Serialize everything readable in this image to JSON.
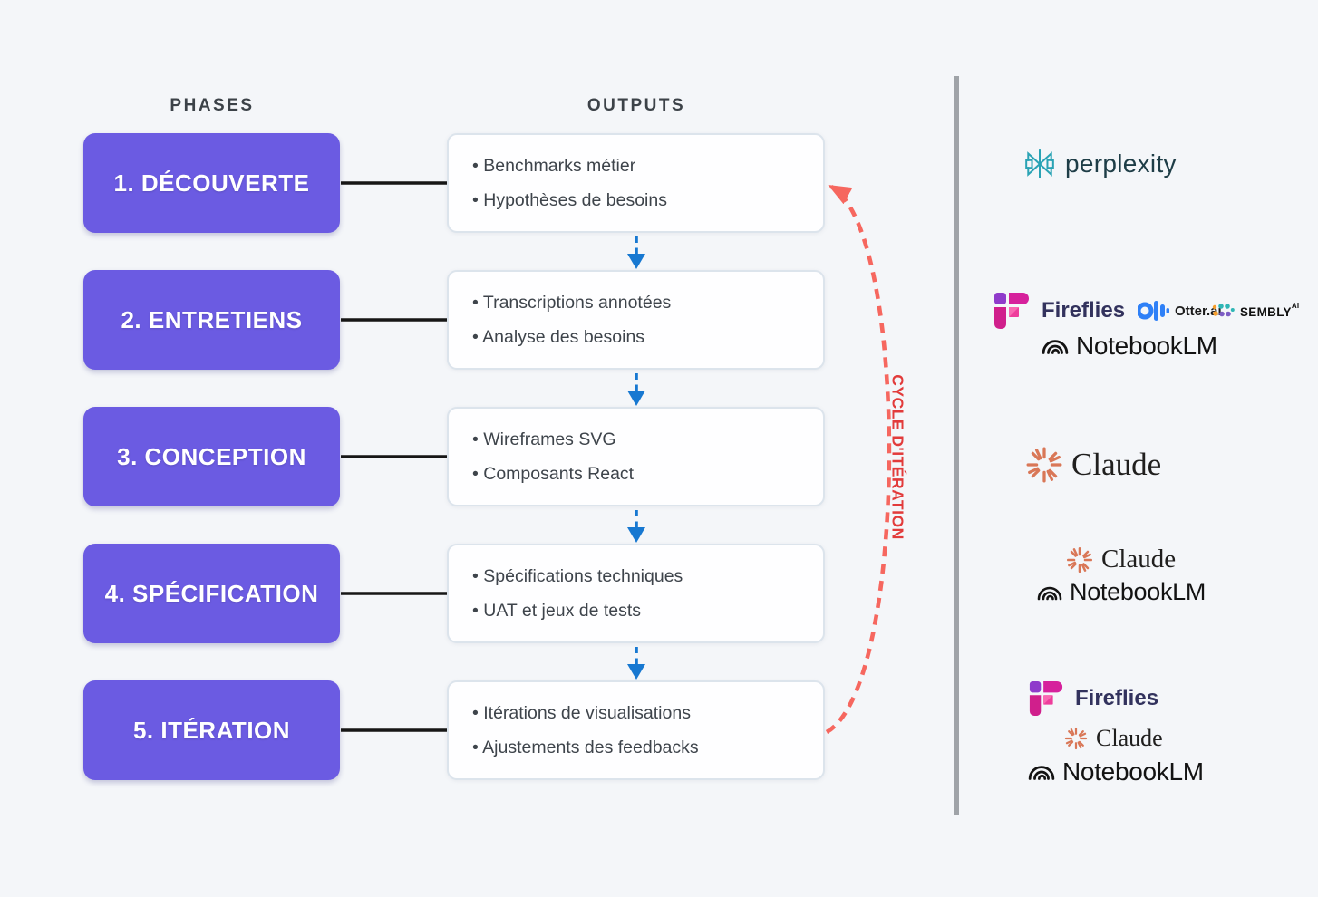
{
  "headers": {
    "phases": "PHASES",
    "outputs": "OUTPUTS"
  },
  "rows": [
    {
      "phase": "1. DÉCOUVERTE",
      "outputs": [
        "Benchmarks métier",
        "Hypothèses de besoins"
      ]
    },
    {
      "phase": "2. ENTRETIENS",
      "outputs": [
        "Transcriptions annotées",
        "Analyse des besoins"
      ]
    },
    {
      "phase": "3. CONCEPTION",
      "outputs": [
        "Wireframes SVG",
        "Composants React"
      ]
    },
    {
      "phase": "4. SPÉCIFICATION",
      "outputs": [
        "Spécifications techniques",
        "UAT et jeux de tests"
      ]
    },
    {
      "phase": "5. ITÉRATION",
      "outputs": [
        "Itérations de visualisations",
        "Ajustements des feedbacks"
      ]
    }
  ],
  "cycle_label": "CYCLE D'ITÉRATION",
  "tools": {
    "perplexity": "perplexity",
    "fireflies": "Fireflies",
    "otter": "Otter.ai",
    "sembly": "SEMBLY",
    "sembly_sup": "AI",
    "notebooklm": "NotebookLM",
    "claude": "Claude"
  },
  "colors": {
    "phase_box": "#6B5BE2",
    "arrow_blue": "#1778D1",
    "cycle_red": "#F6675F",
    "cycle_text": "#E23B3B",
    "connector_black": "#161616",
    "perplexity_teal": "#2AA3B5",
    "perplexity_text": "#1E3D47",
    "fireflies_pink": "#D6219C",
    "fireflies_text": "#32325D",
    "otter_blue": "#2E80F7",
    "claude_coral": "#D97757",
    "notebooklm_black": "#131313"
  }
}
